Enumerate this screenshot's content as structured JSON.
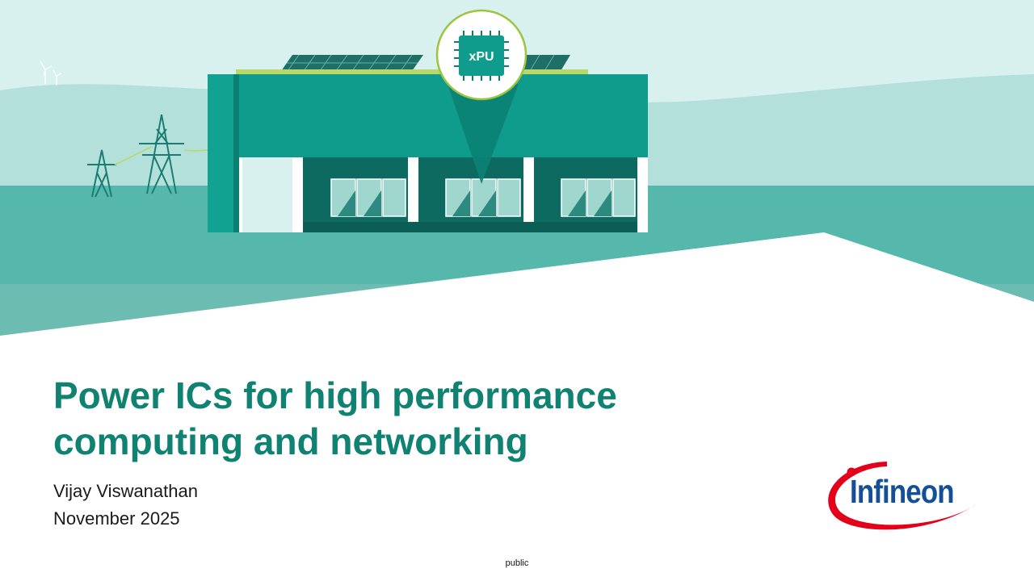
{
  "slide": {
    "title_line1": "Power ICs for high performance",
    "title_line2": "computing and networking",
    "author": "Vijay Viswanathan",
    "date": "November 2025",
    "classification": "public"
  },
  "illustration": {
    "chip_label": "xPU",
    "colors": {
      "sky": "#d8f0ee",
      "hills": "#b3e0da",
      "ground": "#56b8ad",
      "building": "#0f9c8c",
      "accent_green": "#a9c94b"
    }
  },
  "logo": {
    "wordmark": "Infineon",
    "text_color": "#14509a",
    "swoosh_color": "#e2001a"
  },
  "colors": {
    "title": "#0f8272",
    "body_text": "#1a1a1a"
  }
}
